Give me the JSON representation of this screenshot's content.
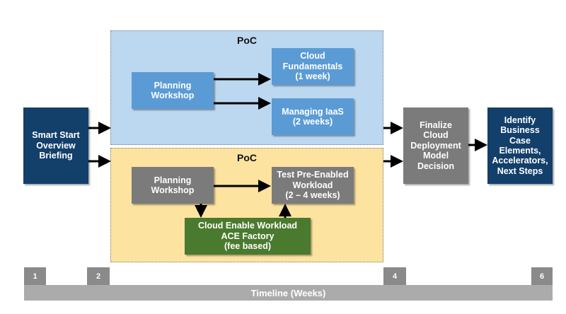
{
  "start": {
    "label": "Smart Start\nOverview\nBriefing"
  },
  "poc_top": {
    "title": "PoC",
    "planning": "Planning\nWorkshop",
    "cloud_fundamentals": "Cloud\nFundamentals\n(1 week)",
    "managing_iaas": "Managing IaaS\n(2 weeks)"
  },
  "poc_bottom": {
    "title": "PoC",
    "planning": "Planning\nWorkshop",
    "test_workload": "Test Pre-Enabled\nWorkload\n(2 – 4 weeks)",
    "ace_factory": "Cloud Enable Workload\nACE Factory\n(fee based)"
  },
  "finalize": {
    "label": "Finalize\nCloud\nDeployment\nModel\nDecision"
  },
  "identify": {
    "label": "Identify\nBusiness\nCase\nElements,\nAccelerators,\nNext Steps"
  },
  "timeline": {
    "label": "Timeline (Weeks)",
    "ticks": [
      "1",
      "2",
      "4",
      "6"
    ]
  },
  "colors": {
    "navy": "#133f6b",
    "light_blue_panel": "#bcd8f0",
    "light_blue_box": "#5b9bd5",
    "yellow_panel": "#fde3a0",
    "gray_box": "#7b7b7b",
    "green_box": "#4a7a2e",
    "timeline": "#ababab"
  }
}
